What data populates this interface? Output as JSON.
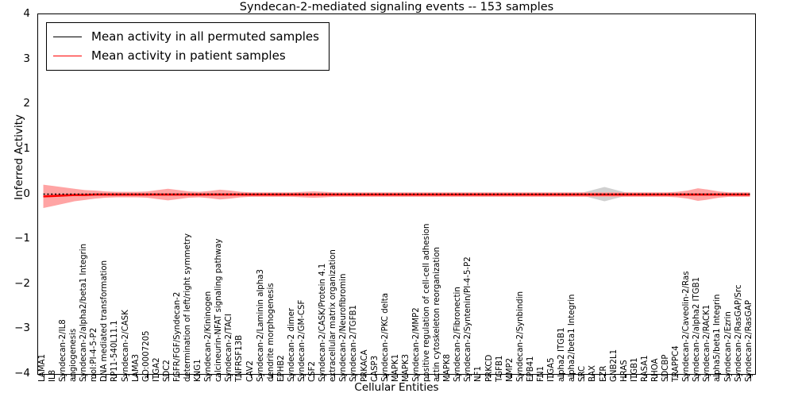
{
  "chart_data": {
    "type": "line",
    "title": "Syndecan-2-mediated signaling events -- 153 samples",
    "xlabel": "Cellular Entities",
    "ylabel": "Inferred Activity",
    "ylim": [
      -4,
      4
    ],
    "yticks": [
      4,
      3,
      2,
      1,
      0,
      -1,
      -2,
      -3,
      -4
    ],
    "grid": false,
    "legend_position": "upper left",
    "legend": [
      "Mean activity in all permuted samples",
      "Mean activity in patient samples"
    ],
    "colors": {
      "permuted": "#000000",
      "permuted_band": "#c8c8c8",
      "patient": "#ff0000",
      "patient_band": "#ff9a9a"
    },
    "categories": [
      "LAMA1",
      "IL8",
      "Syndecan-2/IL8",
      "angiogenesis",
      "Syndecan-2/alpha2/beta1 Integrin",
      "mol:PI-4-5-P2",
      "DNA mediated transformation",
      "RP11-540L11.1",
      "Syndecan-2/CASK",
      "LAMA3",
      "GO:0007205",
      "ITGA2",
      "SDC2",
      "FGFR/FGF/Syndecan-2",
      "determination of left/right symmetry",
      "KNG1",
      "Syndecan-2/Kininogen",
      "calcineurin-NFAT signaling pathway",
      "Syndecan-2/TACI",
      "TNFRSF13B",
      "CAV2",
      "Syndecan-2/Laminin alpha3",
      "dendrite morphogenesis",
      "EPHB2",
      "Syndecan-2 dimer",
      "Syndecan-2/GM-CSF",
      "CSF2",
      "Syndecan-2/CASK/Protein 4.1",
      "extracellular matrix organization",
      "Syndecan-2/Neurofibromin",
      "Syndecan-2/TGFB1",
      "PRKACA",
      "CASP3",
      "Syndecan-2/PKC delta",
      "MAPK1",
      "MAPK3",
      "Syndecan-2/MMP2",
      "positive regulation of cell-cell adhesion",
      "actin cytoskeleton reorganization",
      "MAPK8",
      "Syndecan-2/Fibronectin",
      "Syndecan-2/Syntenin/PI-4-5-P2",
      "NF1",
      "PRKCD",
      "TGFB1",
      "MMP2",
      "Syndecan-2/Synbindin",
      "EPB41",
      "FN1",
      "ITGA5",
      "alpha2 ITGB1",
      "alpha2/beta1 Integrin",
      "SRC",
      "BAX",
      "EZR",
      "GNB2L1",
      "HRAS",
      "ITGB1",
      "RASA1",
      "RHOA",
      "SDCBP",
      "TRAPPC4",
      "Syndecan-2/Caveolin-2/Ras",
      "Syndecan-2/alpha2 ITGB1",
      "Syndecan-2/RACK1",
      "alpha5/beta1 Integrin",
      "Syndecan-2/Ezrin",
      "Syndecan-2/RasGAP/Src",
      "Syndecan-2/RasGAP"
    ],
    "series": [
      {
        "name": "Mean activity in all permuted samples",
        "color": "#000000",
        "style": "dotted",
        "values": [
          0.0,
          0.0,
          0.0,
          0.0,
          0.0,
          0.0,
          0.0,
          0.0,
          0.0,
          0.0,
          0.0,
          0.0,
          0.0,
          0.0,
          0.0,
          0.0,
          0.0,
          0.0,
          0.0,
          0.0,
          0.0,
          0.0,
          0.0,
          0.0,
          0.0,
          0.0,
          0.0,
          0.0,
          0.0,
          0.0,
          0.0,
          0.0,
          0.0,
          0.0,
          0.0,
          0.0,
          0.0,
          0.0,
          0.0,
          0.0,
          0.0,
          0.0,
          0.0,
          0.0,
          0.0,
          0.0,
          0.0,
          0.0,
          0.0,
          0.0,
          0.0,
          0.0,
          0.0,
          0.0,
          0.0,
          0.0,
          0.0,
          0.0,
          0.0,
          0.0,
          0.0,
          0.0,
          0.0,
          0.0,
          0.0,
          0.0,
          0.0,
          0.0,
          0.0
        ],
        "band": [
          0.02,
          0.02,
          0.02,
          0.02,
          0.02,
          0.02,
          0.02,
          0.02,
          0.02,
          0.02,
          0.02,
          0.02,
          0.02,
          0.02,
          0.02,
          0.02,
          0.02,
          0.02,
          0.02,
          0.02,
          0.02,
          0.02,
          0.02,
          0.02,
          0.02,
          0.02,
          0.02,
          0.02,
          0.02,
          0.02,
          0.02,
          0.02,
          0.02,
          0.02,
          0.02,
          0.02,
          0.02,
          0.02,
          0.02,
          0.02,
          0.02,
          0.02,
          0.02,
          0.02,
          0.02,
          0.02,
          0.02,
          0.02,
          0.02,
          0.02,
          0.02,
          0.03,
          0.04,
          0.1,
          0.16,
          0.1,
          0.04,
          0.03,
          0.02,
          0.02,
          0.02,
          0.02,
          0.02,
          0.02,
          0.02,
          0.02,
          0.02,
          0.02,
          0.02
        ]
      },
      {
        "name": "Mean activity in patient samples",
        "color": "#ff0000",
        "style": "solid",
        "values": [
          -0.05,
          -0.04,
          -0.03,
          -0.02,
          -0.02,
          -0.01,
          -0.01,
          -0.01,
          -0.01,
          -0.01,
          -0.01,
          -0.01,
          -0.01,
          -0.01,
          -0.01,
          -0.01,
          -0.01,
          -0.01,
          -0.01,
          -0.01,
          -0.01,
          -0.01,
          -0.01,
          -0.01,
          -0.01,
          -0.01,
          -0.01,
          -0.01,
          -0.01,
          -0.01,
          -0.01,
          -0.01,
          -0.01,
          -0.01,
          -0.01,
          -0.01,
          -0.01,
          -0.01,
          -0.01,
          -0.01,
          -0.01,
          -0.01,
          -0.01,
          -0.01,
          -0.01,
          -0.01,
          -0.01,
          -0.01,
          -0.01,
          -0.01,
          -0.01,
          -0.01,
          -0.01,
          -0.01,
          -0.01,
          -0.01,
          -0.01,
          -0.01,
          -0.01,
          -0.01,
          -0.01,
          -0.01,
          -0.01,
          -0.01,
          -0.01,
          -0.01,
          -0.01,
          -0.01,
          -0.01
        ],
        "band": [
          0.26,
          0.22,
          0.18,
          0.14,
          0.11,
          0.09,
          0.07,
          0.06,
          0.06,
          0.06,
          0.07,
          0.1,
          0.13,
          0.1,
          0.07,
          0.06,
          0.08,
          0.11,
          0.09,
          0.06,
          0.05,
          0.05,
          0.05,
          0.05,
          0.05,
          0.06,
          0.07,
          0.06,
          0.05,
          0.05,
          0.05,
          0.05,
          0.05,
          0.05,
          0.05,
          0.05,
          0.05,
          0.05,
          0.05,
          0.05,
          0.05,
          0.05,
          0.05,
          0.05,
          0.05,
          0.05,
          0.05,
          0.05,
          0.05,
          0.05,
          0.05,
          0.05,
          0.05,
          0.05,
          0.05,
          0.05,
          0.05,
          0.05,
          0.05,
          0.05,
          0.05,
          0.06,
          0.09,
          0.14,
          0.11,
          0.07,
          0.05,
          0.05,
          0.05
        ]
      }
    ]
  }
}
